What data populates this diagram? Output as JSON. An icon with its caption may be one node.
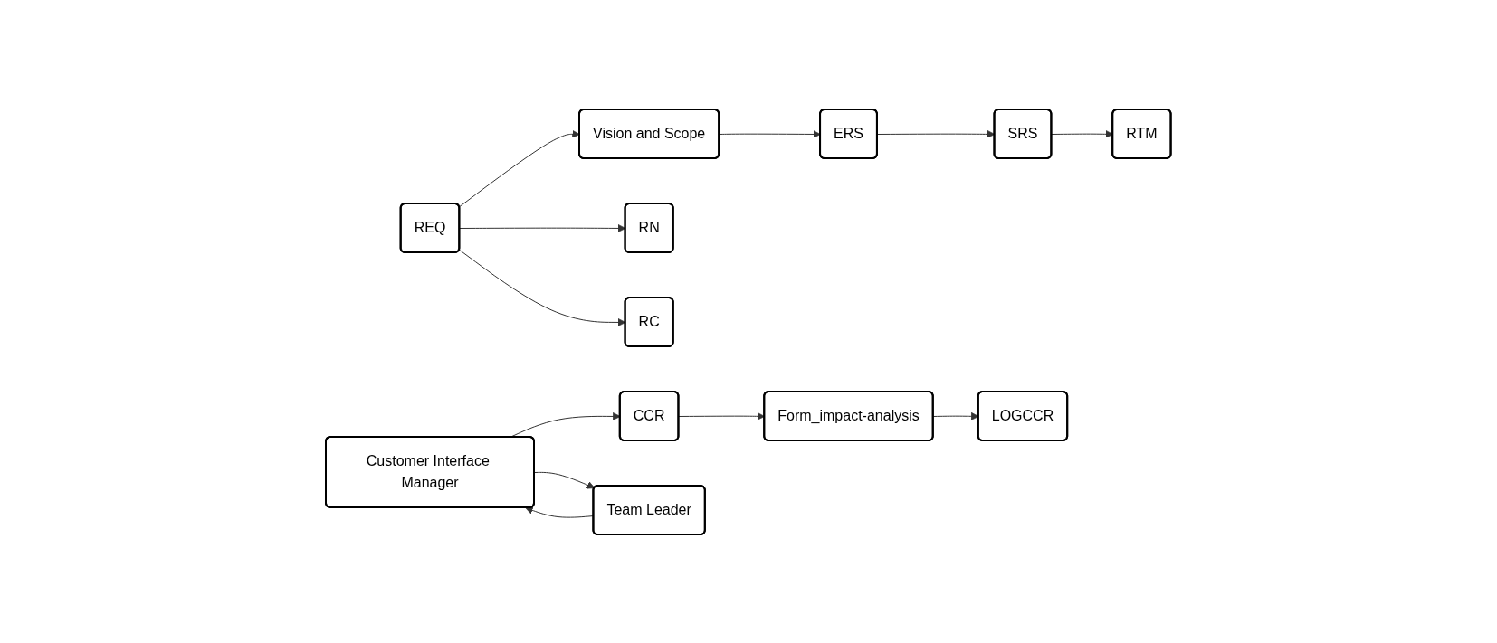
{
  "diagram": {
    "nodes": [
      {
        "text": [
          "REQ"
        ]
      },
      {
        "text": [
          "Vision and Scope"
        ]
      },
      {
        "text": [
          "ERS"
        ]
      },
      {
        "text": [
          "SRS"
        ]
      },
      {
        "text": [
          "RTM"
        ]
      },
      {
        "text": [
          "RN"
        ]
      },
      {
        "text": [
          "RC"
        ]
      },
      {
        "text": [
          "Customer Interface Manager"
        ]
      },
      {
        "text": [
          "CCR"
        ]
      },
      {
        "text": [
          "Team Leader"
        ]
      },
      {
        "text": [
          "Form_impact-analysis"
        ]
      },
      {
        "text": [
          "LOGCCR"
        ]
      }
    ],
    "edges": [
      {
        "from": 0,
        "to": 1,
        "arrow": "to"
      },
      {
        "from": 1,
        "to": 2,
        "arrow": "to"
      },
      {
        "from": 2,
        "to": 3,
        "arrow": "to"
      },
      {
        "from": 3,
        "to": 4,
        "arrow": "to"
      },
      {
        "from": 0,
        "to": 5,
        "arrow": "to"
      },
      {
        "from": 0,
        "to": 6,
        "arrow": "to"
      },
      {
        "from": 7,
        "to": 8,
        "arrow": "to"
      },
      {
        "from": 9,
        "to": 7,
        "arrow": "to"
      },
      {
        "from": 7,
        "to": 9,
        "arrow": "to"
      },
      {
        "from": 8,
        "to": 10,
        "arrow": "to"
      },
      {
        "from": 10,
        "to": 11,
        "arrow": "to"
      }
    ]
  }
}
